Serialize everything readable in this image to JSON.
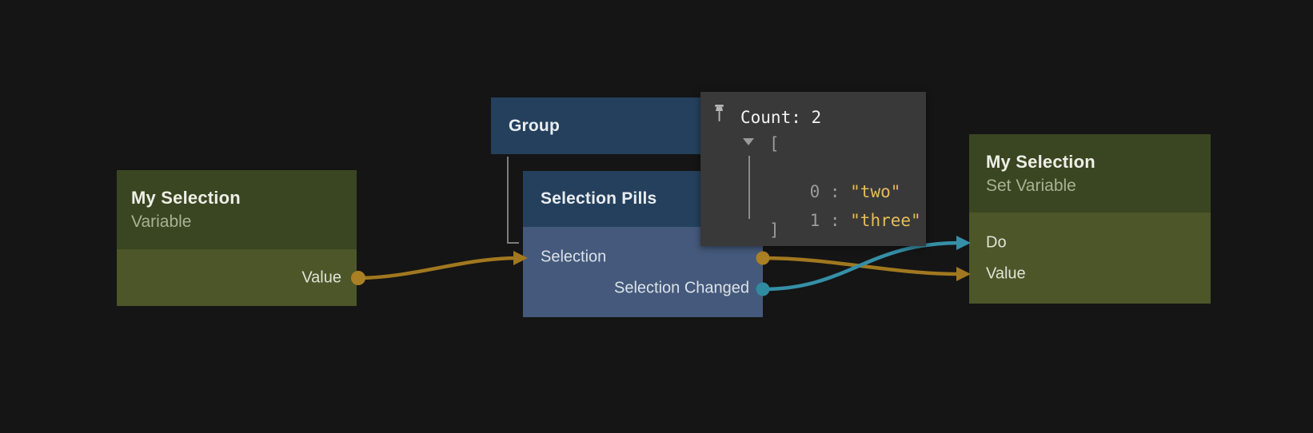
{
  "nodes": {
    "variable": {
      "title": "My Selection",
      "subtitle": "Variable",
      "ports": {
        "value_out": "Value"
      }
    },
    "group": {
      "title": "Group"
    },
    "pills": {
      "title": "Selection Pills",
      "ports": {
        "selection_in": "Selection",
        "selection_changed_out": "Selection Changed"
      }
    },
    "set_variable": {
      "title": "My Selection",
      "subtitle": "Set Variable",
      "ports": {
        "do_in": "Do",
        "value_in": "Value"
      }
    }
  },
  "inspector": {
    "title": "Count: 2",
    "open_bracket": "[",
    "items": [
      {
        "label": "0 : ",
        "value": "\"two\""
      },
      {
        "label": "1 : ",
        "value": "\"three\""
      }
    ],
    "close_bracket": "]"
  },
  "colors": {
    "background": "#151515",
    "node_green_header": "#3a4621",
    "node_green_body": "#4c5629",
    "node_blue_header": "#24405c",
    "node_blue_body": "#44597b",
    "wire_orange": "#a1781f",
    "wire_teal": "#3590a7",
    "port_orange": "#ab7f24",
    "port_teal": "#2e8ba2",
    "inspector_bg": "#393939",
    "inspector_string": "#e5bd59",
    "inspector_muted": "#9b9b9b",
    "pin_icon": "#b5b5b5"
  }
}
